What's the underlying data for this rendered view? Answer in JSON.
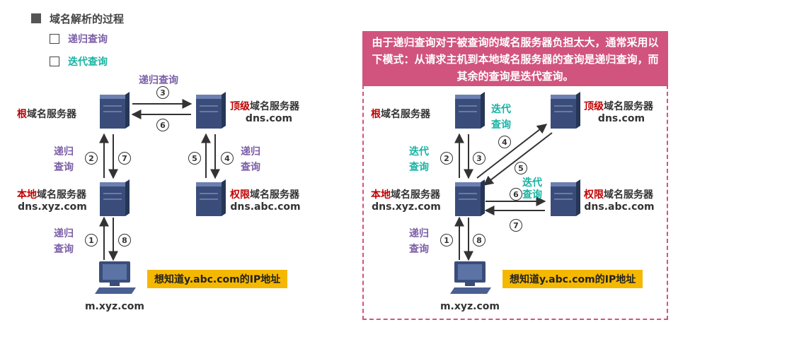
{
  "header": {
    "title": "域名解析的过程",
    "option1": "递归查询",
    "option2": "迭代查询"
  },
  "left": {
    "root": {
      "prefix": "根",
      "rest": "域名服务器"
    },
    "tld": {
      "prefix": "顶级",
      "rest": "域名服务器",
      "host": "dns.com"
    },
    "local": {
      "prefix": "本地",
      "rest": "域名服务器",
      "host": "dns.xyz.com"
    },
    "auth": {
      "prefix": "权限",
      "rest": "域名服务器",
      "host": "dns.abc.com"
    },
    "client": "m.xyz.com",
    "question": "想知道y.abc.com的IP地址",
    "label_top": "递归查询",
    "label_left_1": "递归",
    "label_left_2": "查询",
    "label_right_1": "递归",
    "label_right_2": "查询",
    "label_bottom_1": "递归",
    "label_bottom_2": "查询",
    "n1": "1",
    "n2": "2",
    "n3": "3",
    "n4": "4",
    "n5": "5",
    "n6": "6",
    "n7": "7",
    "n8": "8"
  },
  "right": {
    "note": "由于递归查询对于被查询的域名服务器负担太大，通常采用以下模式：从请求主机到本地域名服务器的查询是递归查询，而其余的查询是迭代查询。",
    "root": {
      "prefix": "根",
      "rest": "域名服务器"
    },
    "tld": {
      "prefix": "顶级",
      "rest": "域名服务器",
      "host": "dns.com"
    },
    "local": {
      "prefix": "本地",
      "rest": "域名服务器",
      "host": "dns.xyz.com"
    },
    "auth": {
      "prefix": "权限",
      "rest": "域名服务器",
      "host": "dns.abc.com"
    },
    "client": "m.xyz.com",
    "question": "想知道y.abc.com的IP地址",
    "iter_top_1": "迭代",
    "iter_top_2": "查询",
    "iter_left_1": "迭代",
    "iter_left_2": "查询",
    "iter_mid_1": "迭代",
    "iter_mid_2": "查询",
    "rec_bottom_1": "递归",
    "rec_bottom_2": "查询",
    "n1": "1",
    "n2": "2",
    "n3": "3",
    "n4": "4",
    "n5": "5",
    "n6": "6",
    "n7": "7",
    "n8": "8"
  },
  "colors": {
    "recursive": "#7b5ea7",
    "iterative": "#19b3a3",
    "accent_red": "#c00000",
    "note_bg": "#d1547e",
    "highlight": "#f5b800"
  }
}
